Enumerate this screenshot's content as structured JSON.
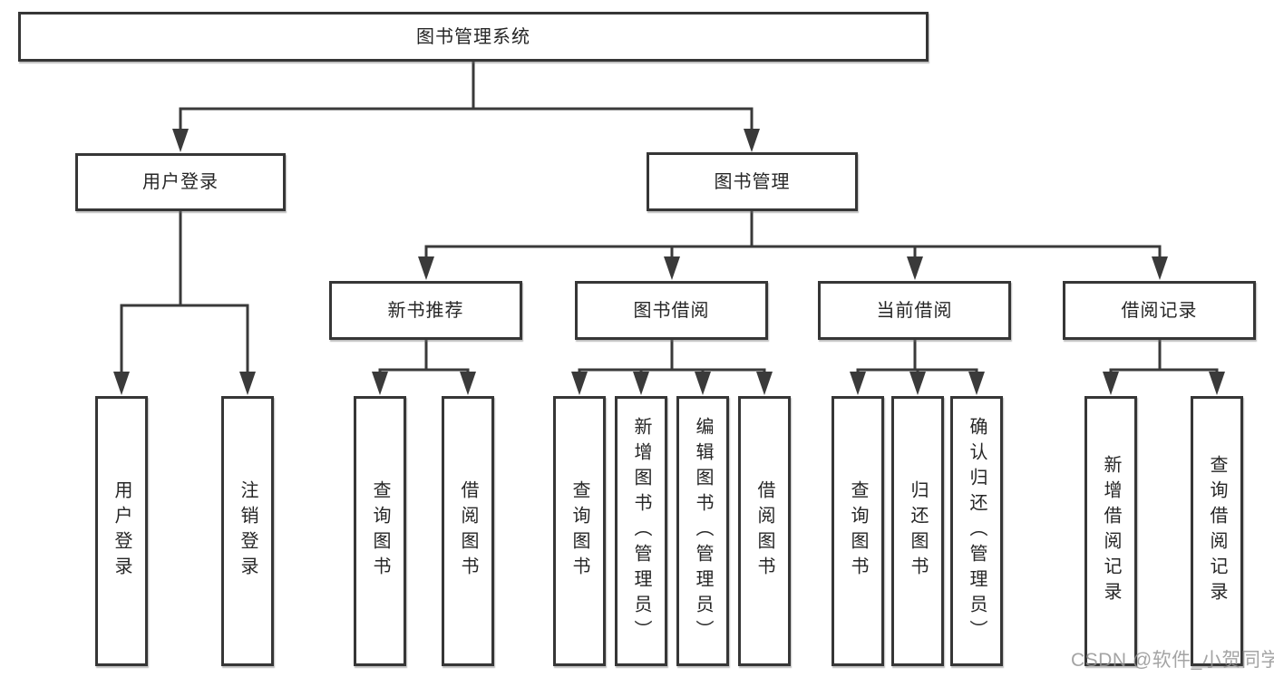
{
  "tree": {
    "label": "图书管理系统",
    "children": [
      {
        "label": "用户登录",
        "children": [
          {
            "label": "用户登录"
          },
          {
            "label": "注销登录"
          }
        ]
      },
      {
        "label": "图书管理",
        "children": [
          {
            "label": "新书推荐",
            "children": [
              {
                "label": "查询图书"
              },
              {
                "label": "借阅图书"
              }
            ]
          },
          {
            "label": "图书借阅",
            "children": [
              {
                "label": "查询图书"
              },
              {
                "label": "新增图书（管理员）"
              },
              {
                "label": "编辑图书（管理员）"
              },
              {
                "label": "借阅图书"
              }
            ]
          },
          {
            "label": "当前借阅",
            "children": [
              {
                "label": "查询图书"
              },
              {
                "label": "归还图书"
              },
              {
                "label": "确认归还（管理员）"
              }
            ]
          },
          {
            "label": "借阅记录",
            "children": [
              {
                "label": "新增借阅记录"
              },
              {
                "label": "查询借阅记录"
              }
            ]
          }
        ]
      }
    ]
  },
  "watermark": {
    "text": "CSDN @软件_小贺同学"
  },
  "colors": {
    "line": "#3a3a3a",
    "box_border": "#363636",
    "text": "#262626",
    "watermark": "#949494"
  }
}
